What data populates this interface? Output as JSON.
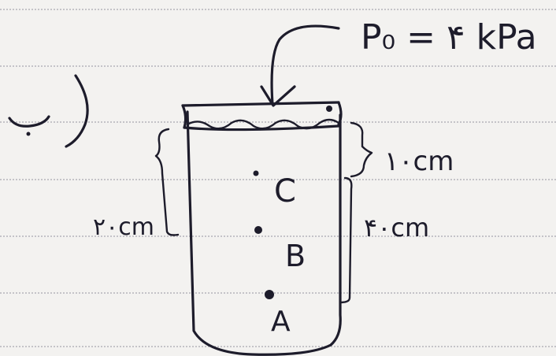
{
  "pressure_label": "P₀ = ۴ kPa",
  "part_label": "ب)",
  "height_total": "۲۰cm",
  "height_c": "۱۰cm",
  "height_b": "۴۰cm",
  "points": {
    "a": "A",
    "b": "B",
    "c": "C"
  },
  "colors": {
    "ink": "#1d1c2b",
    "paper": "#f3f2f0",
    "rule": "#8f8f9c"
  }
}
